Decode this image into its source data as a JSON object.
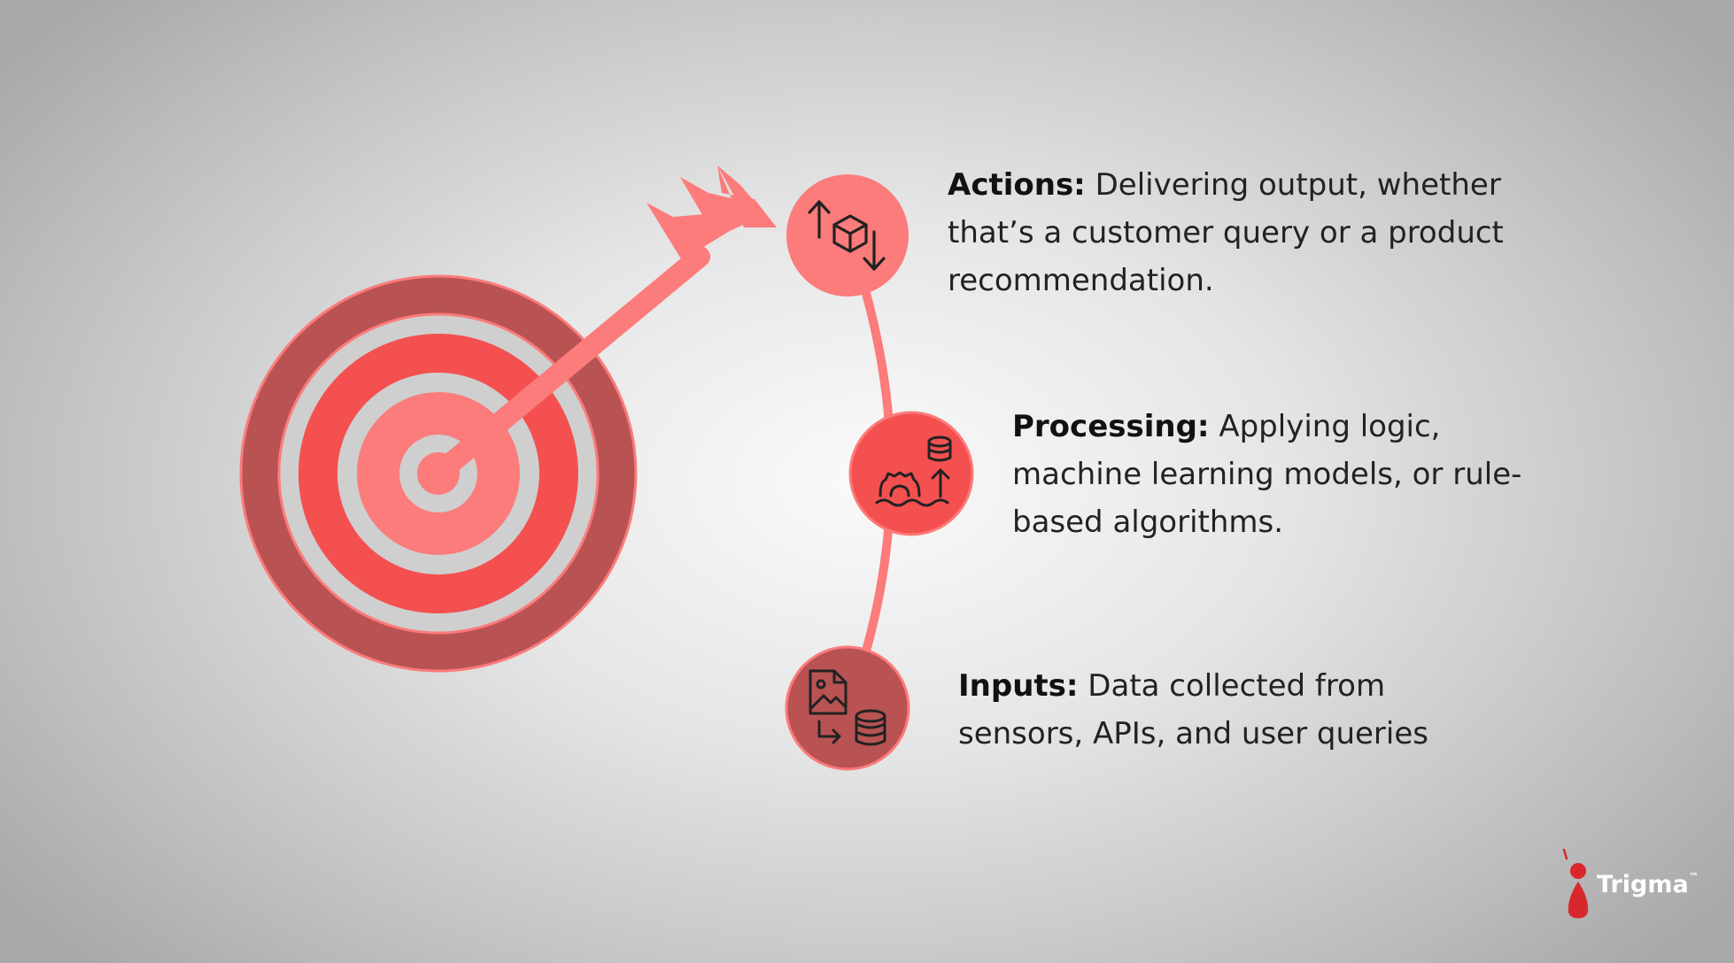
{
  "colors": {
    "ring_outer": "#b95353",
    "ring_mid": "#f45050",
    "ring_inner": "#fc7b7b",
    "ring_gap": "#cfcfcf",
    "arrow": "#fc7b7b",
    "node_actions": "#fc7b7b",
    "node_processing": "#f45050",
    "node_inputs": "#b95353",
    "connector": "#fc7b7b",
    "logo": "#d8282e"
  },
  "nodes": [
    {
      "id": "actions",
      "title": "Actions:",
      "text": " Delivering output, whether that’s a customer query or a product recommendation.",
      "icon": "box-arrows-icon"
    },
    {
      "id": "processing",
      "title": "Processing:",
      "text": " Applying logic, machine learning models, or rule-based algorithms.",
      "icon": "gear-database-icon"
    },
    {
      "id": "inputs",
      "title": "Inputs:",
      "text": " Data collected from sensors, APIs, and user queries",
      "icon": "image-database-icon"
    }
  ],
  "logo": {
    "name": "Trigma",
    "mark": "™"
  }
}
